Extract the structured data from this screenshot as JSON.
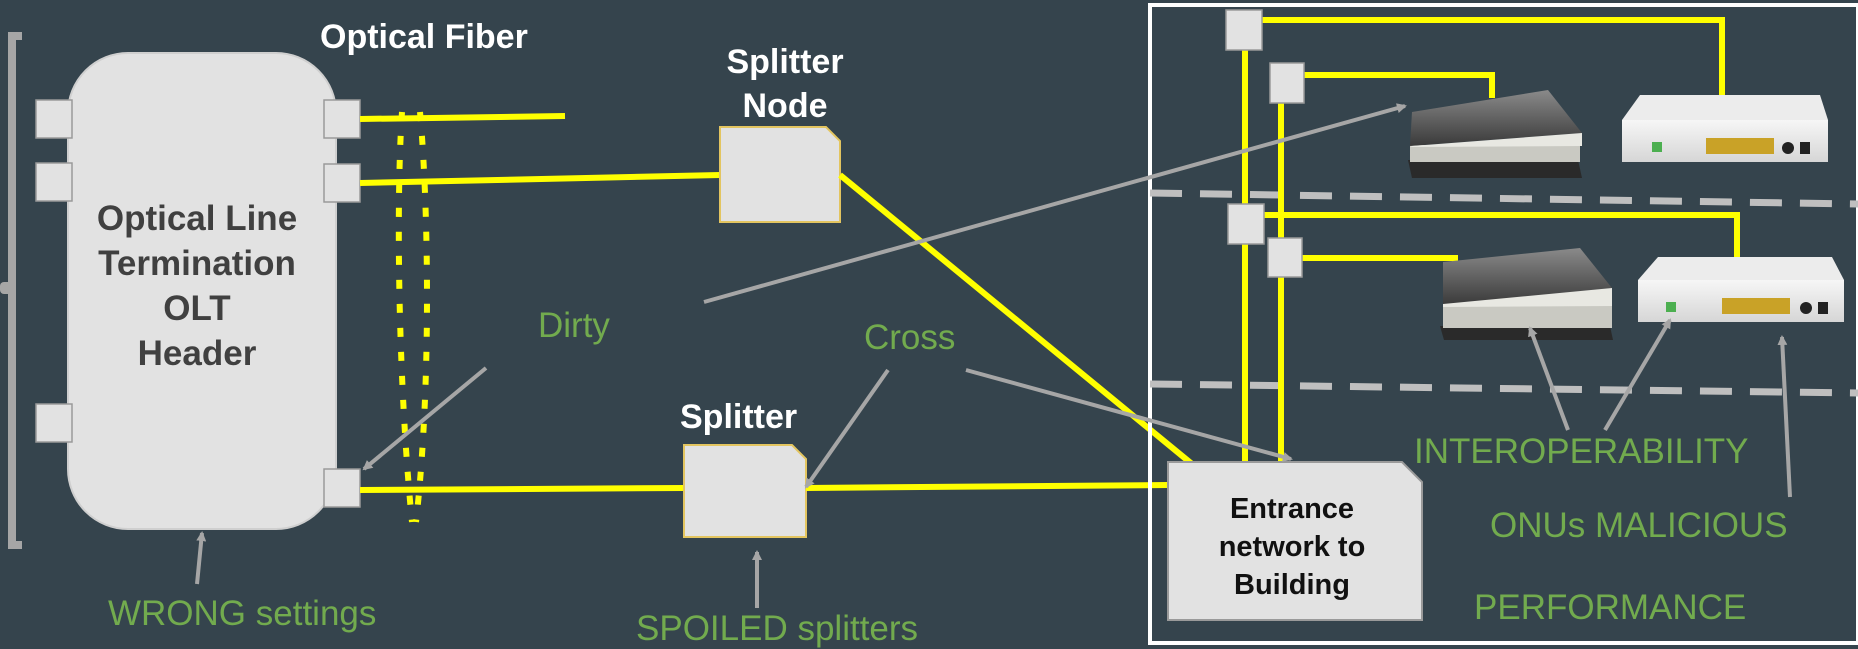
{
  "labels": {
    "optical_fiber": "Optical Fiber",
    "splitter_node": [
      "Splitter",
      "Node"
    ],
    "splitter": "Splitter",
    "olt": [
      "Optical Line",
      "Termination",
      "OLT",
      "Header"
    ],
    "entrance": [
      "Entrance",
      "network to",
      "Building"
    ]
  },
  "issues": {
    "dirty": "Dirty",
    "cross": "Cross",
    "wrong_settings": "WRONG settings",
    "spoiled_splitters": "SPOILED splitters",
    "interoperability": "INTEROPERABILITY",
    "onus_malicious": "ONUs MALICIOUS",
    "performance": "PERFORMANCE"
  },
  "colors": {
    "background": "#35444d",
    "fiber": "#ffff00",
    "box": "#e2e2e2",
    "issue_text": "#72ab4e",
    "arrow": "#a6a6a6",
    "dashed_separator": "#bfbfbf"
  },
  "icons": [
    "onu-modem-icon",
    "ont-router-icon"
  ]
}
